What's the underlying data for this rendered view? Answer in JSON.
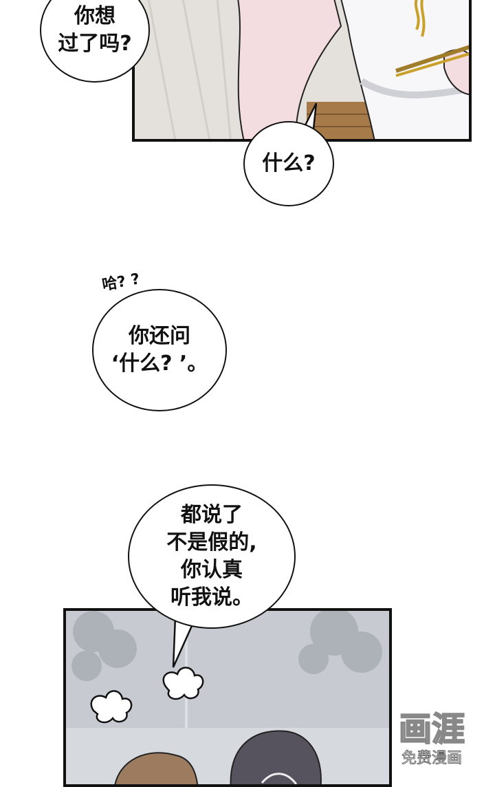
{
  "panels": {
    "top": {
      "description_colors": {
        "wall": "#e6e3de",
        "skin": "#f2dadd",
        "wood": "#a57a4b",
        "shirt": "#f6f6f8",
        "noodle": "#c8a02a"
      }
    },
    "bottom": {
      "description_colors": {
        "bg": "#c4c8cd",
        "hair_brown": "#9a7a5e",
        "hair_grey": "#55535e"
      }
    }
  },
  "dialogue": {
    "b1": "你想\n过了吗?",
    "b2": "什么?",
    "sfx_huh": "哈? ?",
    "b3": "你还问\n‘什么? ’。",
    "b4": "都说了\n不是假的,\n你认真\n听我说。"
  },
  "watermark": {
    "logo": "画涯",
    "caption": "免费漫画"
  }
}
